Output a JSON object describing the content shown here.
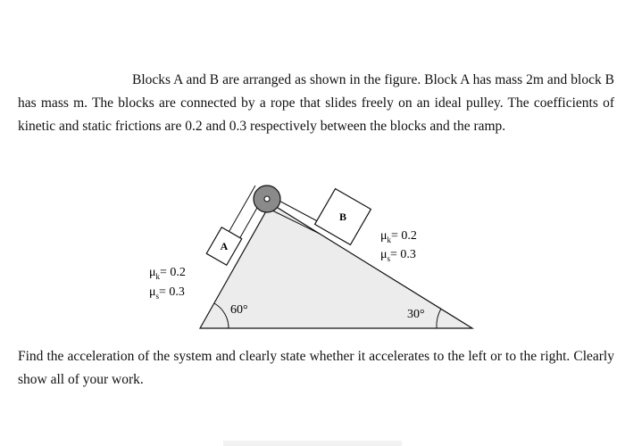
{
  "problem": {
    "intro": "Blocks A and B are arranged as shown in the figure. Block A has mass 2m and block B has mass m. The blocks are connected by a rope that slides freely on an ideal pulley. The coefficients of kinetic and static frictions are 0.2 and 0.3 respectively between the blocks and the ramp.",
    "question": "Find the acceleration of the system and clearly state whether it accelerates to the left or to the right. Clearly show all of your work."
  },
  "figure": {
    "block_a_label": "A",
    "block_b_label": "B",
    "angle_left": "60°",
    "angle_right": "30°",
    "left_friction": {
      "mu_symbol": "μ",
      "kinetic_sub": "k",
      "static_sub": "s",
      "kinetic_value": "= 0.2",
      "static_value": "= 0.3"
    },
    "right_friction": {
      "mu_symbol": "μ",
      "kinetic_sub": "k",
      "static_sub": "s",
      "kinetic_value": "= 0.2",
      "static_value": "= 0.3"
    },
    "colors": {
      "ramp_fill": "#ececec",
      "pulley_fill": "#8a8a8a",
      "stroke": "#111111"
    }
  }
}
